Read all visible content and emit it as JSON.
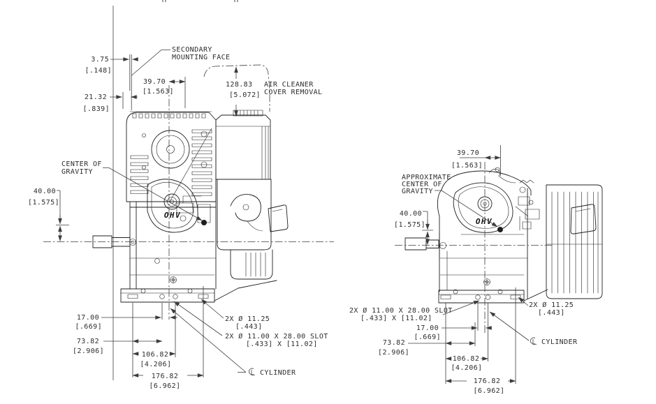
{
  "drawing": {
    "background": "#ffffff",
    "ink_color": "#1f1f1f",
    "dimension_color": "#3c3c3c",
    "left_view": {
      "ohv_logo": "OHV",
      "secondary_face_label": [
        "SECONDARY",
        "MOUNTING FACE"
      ],
      "cg_label": [
        "CENTER OF",
        "GRAVITY"
      ],
      "air_cleaner_label": [
        "AIR CLEANER",
        "COVER REMOVAL"
      ],
      "cylinder_label": "CYLINDER",
      "holes_note": [
        "2X Ø 11.25",
        "[.443]"
      ],
      "slot_note": [
        "2X Ø 11.00 X 28.00 SLOT",
        "[.433] X [11.02]"
      ],
      "dims": {
        "d3_75": {
          "mm": "3.75",
          "in": "[.148]"
        },
        "d21_32": {
          "mm": "21.32",
          "in": "[.839]"
        },
        "d39_70": {
          "mm": "39.70",
          "in": "[1.563]"
        },
        "d128_83": {
          "mm": "128.83",
          "in": "[5.072]"
        },
        "d40_00": {
          "mm": "40.00",
          "in": "[1.575]"
        },
        "d17_00": {
          "mm": "17.00",
          "in": "[.669]"
        },
        "d73_82": {
          "mm": "73.82",
          "in": "[2.906]"
        },
        "d106_82": {
          "mm": "106.82",
          "in": "[4.206]"
        },
        "d176_82": {
          "mm": "176.82",
          "in": "[6.962]"
        }
      }
    },
    "right_view": {
      "ohv_logo": "OHV",
      "cg_label": [
        "APPROXIMATE",
        "CENTER OF",
        "GRAVITY"
      ],
      "cylinder_label": "CYLINDER",
      "holes_note": [
        "2X Ø 11.25",
        "[.443]"
      ],
      "slot_note": [
        "2X Ø 11.00 X 28.00 SLOT",
        "[.433] X [11.02]"
      ],
      "dims": {
        "d39_70": {
          "mm": "39.70",
          "in": "[1.563]"
        },
        "d40_00": {
          "mm": "40.00",
          "in": "[1.575]"
        },
        "d17_00": {
          "mm": "17.00",
          "in": "[.669]"
        },
        "d73_82": {
          "mm": "73.82",
          "in": "[2.906]"
        },
        "d106_82": {
          "mm": "106.82",
          "in": "[4.206]"
        },
        "d176_82": {
          "mm": "176.82",
          "in": "[6.962]"
        }
      }
    }
  }
}
